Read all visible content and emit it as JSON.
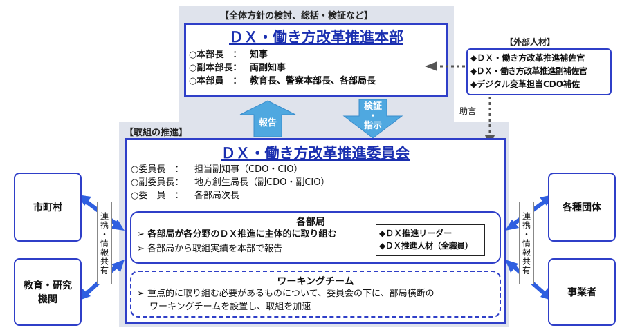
{
  "headquarters": {
    "bracket_title": "【全体方針の検討、総括・検証など】",
    "title": "ＤＸ・働き方改革推進本部",
    "members": [
      {
        "role": "○本部長　：",
        "value": "知事"
      },
      {
        "role": "○副本部長：",
        "value": "両副知事"
      },
      {
        "role": "○本部員　：",
        "value": "教育長、警察本部長、各部局長"
      }
    ]
  },
  "external": {
    "bracket_title": "【外部人材】",
    "items": [
      "◆ＤＸ・働き方改革推進補佐官",
      "◆ＤＸ・働き方改革推進副補佐官",
      "◆デジタル変革担当CDO補佐"
    ],
    "advice_label": "助言"
  },
  "arrows": {
    "report": "報告",
    "verify_line1": "検証",
    "verify_dot": "・",
    "verify_line2": "指示"
  },
  "committee": {
    "bracket_title": "【取組の推進】",
    "title": "ＤＸ・働き方改革推進委員会",
    "members": [
      {
        "role": "○委員長　：",
        "value": "担当副知事（CDO・CIO）"
      },
      {
        "role": "○副委員長：",
        "value": "地方創生局長（副CDO・副CIO）"
      },
      {
        "role": "○委　員　：",
        "value": "各部局次長"
      }
    ]
  },
  "departments": {
    "title": "各部局",
    "bullets": [
      "各部局が各分野のＤＸ推進に主体的に取り組む",
      "各部局から取組実績を本部で報告"
    ],
    "bullet_marker": "➢",
    "roles": [
      "◆ＤＸ推進リーダー",
      "◆ＤＸ推進人材（全職員）"
    ]
  },
  "working_team": {
    "title": "ワーキングチーム",
    "bullet_marker": "➢",
    "text_line1": "重点的に取り組む必要があるものについて、委員会の下に、部局横断の",
    "text_line2": "ワーキングチームを設置し、取組を加速"
  },
  "left_side": {
    "entities": [
      "市町村",
      "教育・研究\n機関"
    ],
    "link_label": "連携・情報共有"
  },
  "right_side": {
    "entities": [
      "各種団体",
      "事業者"
    ],
    "link_label": "連携・情報共有"
  },
  "colors": {
    "box_border": "#2f3fc8",
    "title_blue": "#1a2fb0",
    "arrow_fill": "#4fa8e0",
    "side_arrow": "#2f5fe0",
    "panel_bg": "#dfe3ec"
  }
}
